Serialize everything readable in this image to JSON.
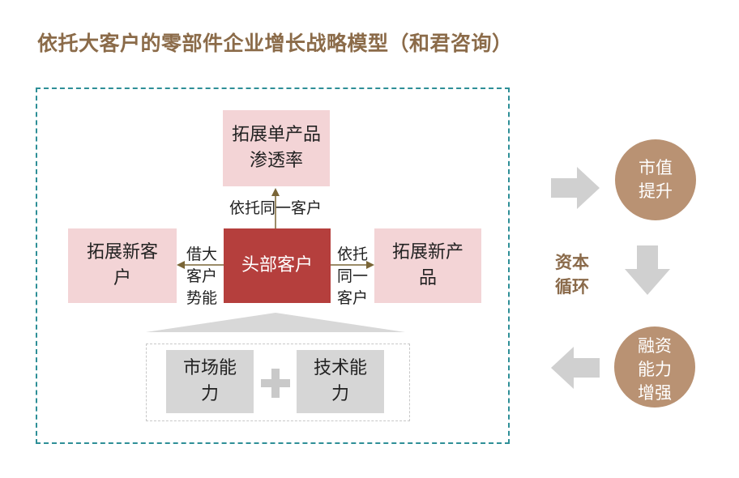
{
  "title": "依托大客户的零部件企业增长战略模型（和君咨询）",
  "nodes": {
    "top": "拓展单产品渗透率",
    "left": "拓展新客户",
    "center": "头部客户",
    "right": "拓展新产品",
    "market": "市场能力",
    "tech": "技术能力"
  },
  "labels": {
    "up": "依托同一客户",
    "left": "借大客户势能",
    "right": "依托同一客户"
  },
  "cycle": {
    "caption": "资本循环",
    "valuation": "市值提升",
    "financing": "融资能力增强"
  },
  "colors": {
    "title": "#8b6b49",
    "frame": "#2e8f97",
    "pink_box": "#f3d4d6",
    "center_box": "#b53f3d",
    "circle": "#b99273",
    "arrow_grey": "#d0d0d0"
  }
}
